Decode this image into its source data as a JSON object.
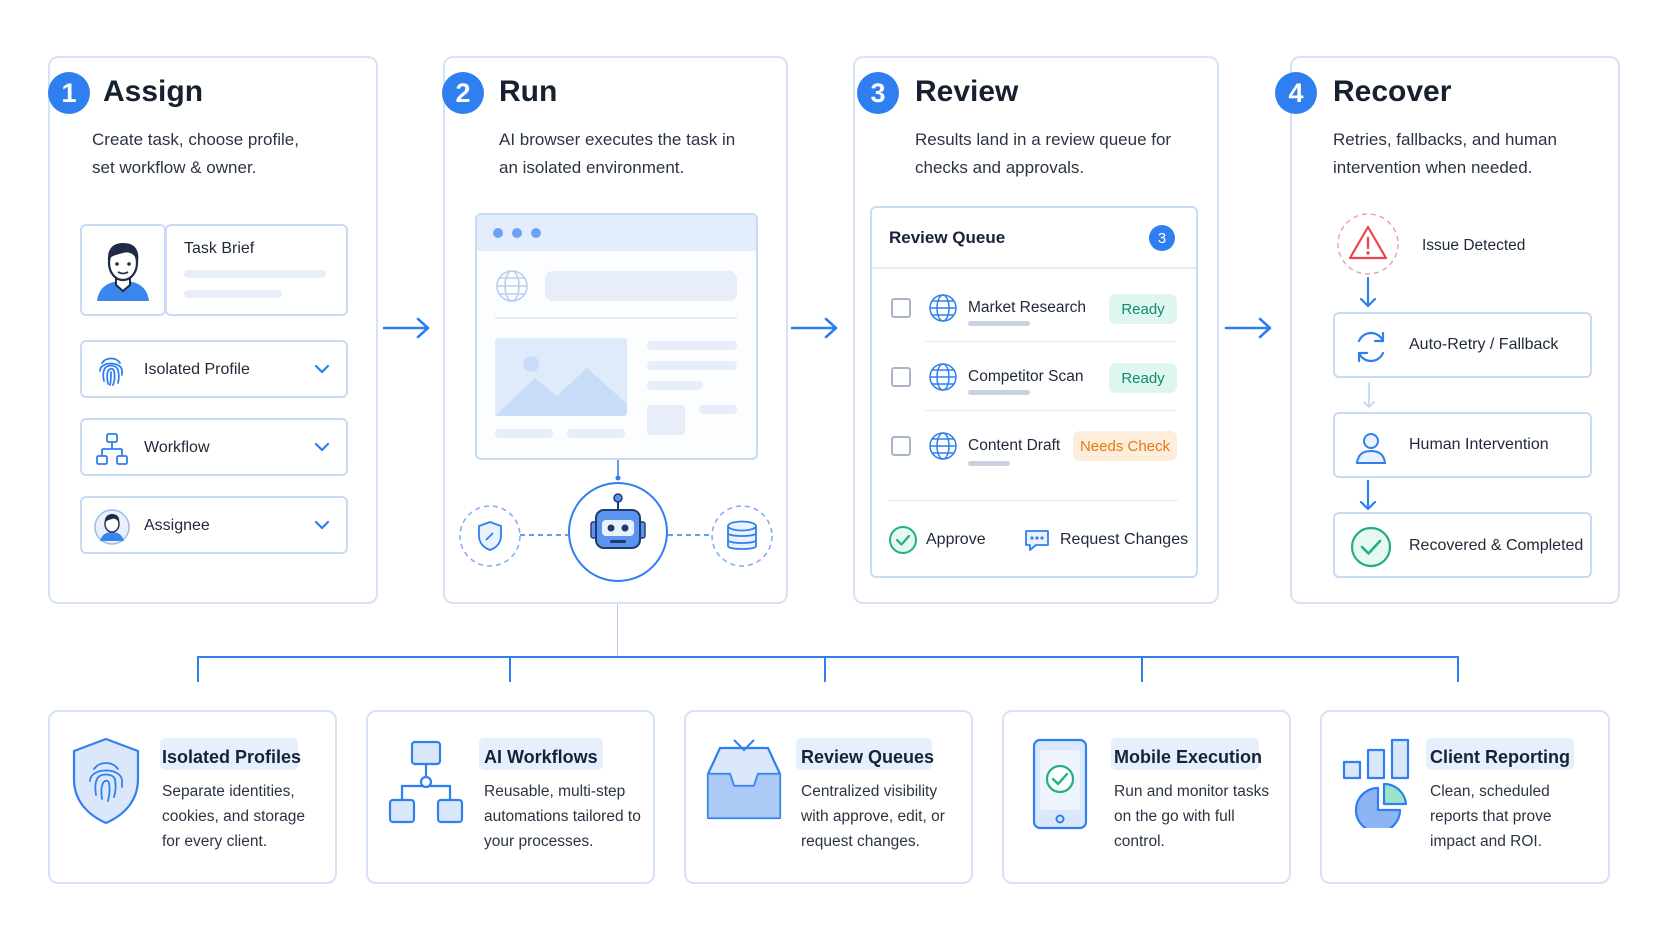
{
  "steps": [
    {
      "num": "1",
      "title": "Assign",
      "desc": "Create task, choose profile, set workflow & owner."
    },
    {
      "num": "2",
      "title": "Run",
      "desc": "AI browser executes the task in an isolated environment."
    },
    {
      "num": "3",
      "title": "Review",
      "desc": "Results land in a review queue for checks and approvals."
    },
    {
      "num": "4",
      "title": "Recover",
      "desc": "Retries, fallbacks, and human intervention when needed."
    }
  ],
  "assign": {
    "task_brief": "Task Brief",
    "fields": [
      {
        "label": "Isolated Profile",
        "icon": "fingerprint-icon"
      },
      {
        "label": "Workflow",
        "icon": "workflow-icon"
      },
      {
        "label": "Assignee",
        "icon": "avatar-icon"
      }
    ]
  },
  "review_queue": {
    "title": "Review Queue",
    "count": "3",
    "items": [
      {
        "name": "Market Research",
        "status": "Ready"
      },
      {
        "name": "Competitor Scan",
        "status": "Ready"
      },
      {
        "name": "Content Draft",
        "status": "Needs Check"
      }
    ],
    "approve": "Approve",
    "request_changes": "Request Changes"
  },
  "recover": {
    "issue": "Issue Detected",
    "items": [
      "Auto-Retry / Fallback",
      "Human Intervention",
      "Recovered & Completed"
    ]
  },
  "features": [
    {
      "title": "Isolated Profiles",
      "desc": "Separate identities, cookies, and storage for every client.",
      "icon": "shield-fingerprint-icon"
    },
    {
      "title": "AI Workflows",
      "desc": "Reusable, multi-step automations tailored to your processes.",
      "icon": "workflow-tree-icon"
    },
    {
      "title": "Review Queues",
      "desc": "Centralized visibility with approve, edit, or request changes.",
      "icon": "inbox-tray-icon"
    },
    {
      "title": "Mobile Execution",
      "desc": "Run and monitor tasks on the go with full control.",
      "icon": "mobile-check-icon"
    },
    {
      "title": "Client Reporting",
      "desc": "Clean, scheduled reports that prove impact and ROI.",
      "icon": "report-chart-icon"
    }
  ],
  "colors": {
    "accent": "#2f7ff0",
    "ready": "#1aa88a",
    "needs_check": "#f08a1c",
    "alert": "#e5484d",
    "success": "#22b07d"
  }
}
